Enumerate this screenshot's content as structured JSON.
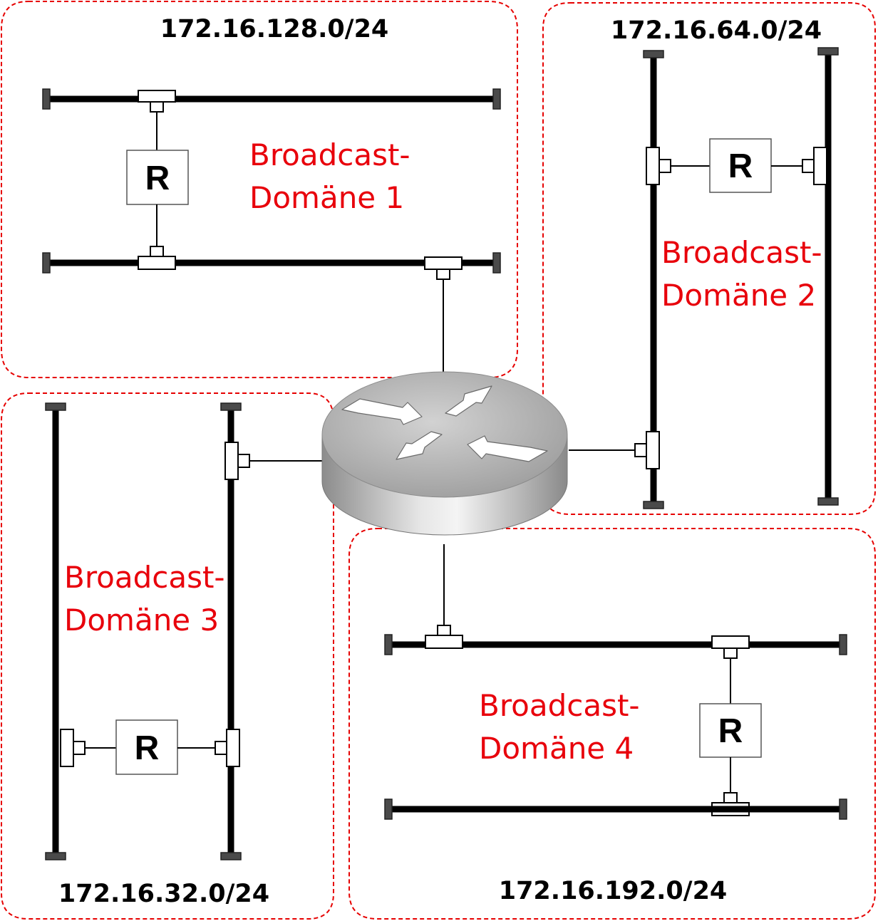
{
  "domains": [
    {
      "id": 1,
      "network": "172.16.128.0/24",
      "label_line1": "Broadcast-",
      "label_line2": "Domäne 1",
      "repeater": "R"
    },
    {
      "id": 2,
      "network": "172.16.64.0/24",
      "label_line1": "Broadcast-",
      "label_line2": "Domäne 2",
      "repeater": "R"
    },
    {
      "id": 3,
      "network": "172.16.32.0/24",
      "label_line1": "Broadcast-",
      "label_line2": "Domäne 3",
      "repeater": "R"
    },
    {
      "id": 4,
      "network": "172.16.192.0/24",
      "label_line1": "Broadcast-",
      "label_line2": "Domäne 4",
      "repeater": "R"
    }
  ],
  "colors": {
    "region_border": "#e60000",
    "domain_text": "#e8000b",
    "bus": "#000000",
    "router": "#b4b4b4"
  },
  "router_icon": "router-icon"
}
